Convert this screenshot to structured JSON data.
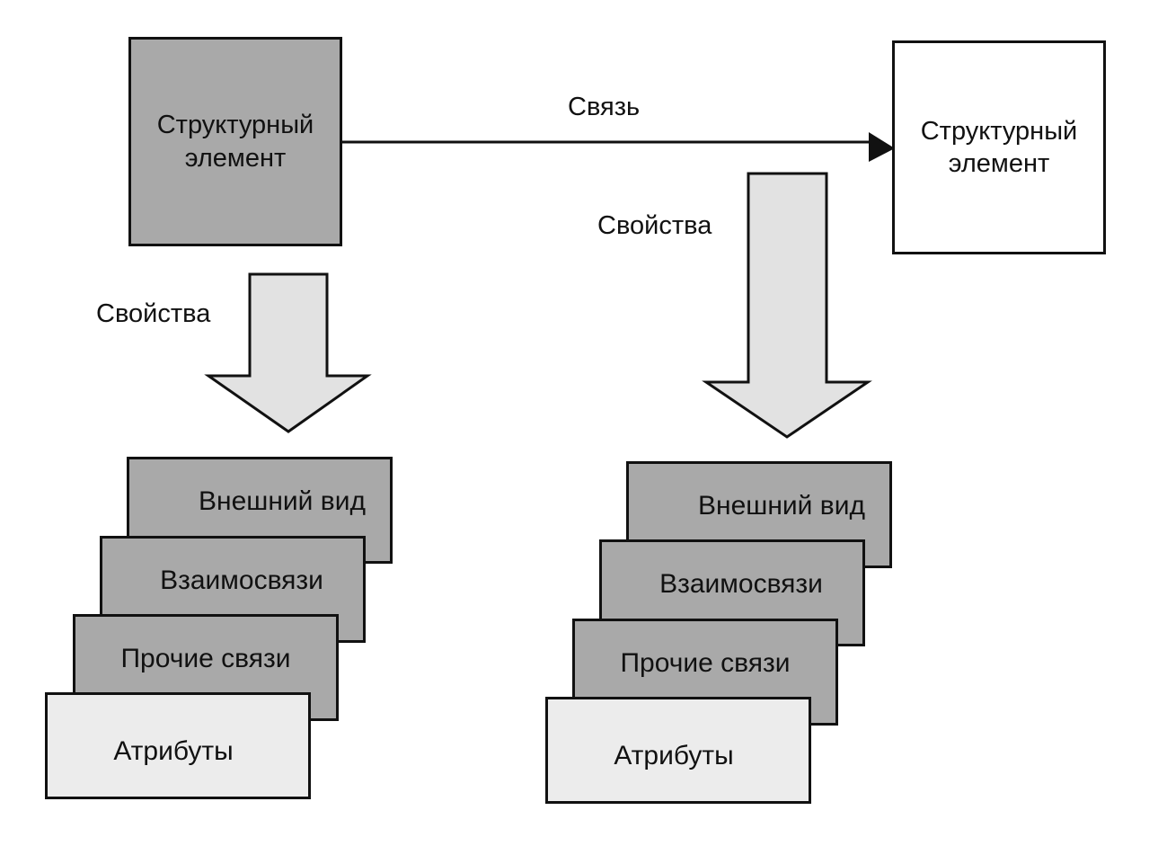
{
  "source_element": {
    "line1": "Структурный",
    "line2": "элемент"
  },
  "target_element": {
    "line1": "Структурный",
    "line2": "элемент"
  },
  "relation_label": "Связь",
  "left_group": {
    "properties_label": "Свойства",
    "cards": [
      "Внешний вид",
      "Взаимосвязи",
      "Прочие связи",
      "Атрибуты"
    ]
  },
  "right_group": {
    "properties_label": "Свойства",
    "cards": [
      "Внешний вид",
      "Взаимосвязи",
      "Прочие связи",
      "Атрибуты"
    ]
  },
  "colors": {
    "dark_fill": "#a9a9a9",
    "light_fill": "#ececec",
    "arrow_fill": "#e2e2e2",
    "stroke": "#111111"
  }
}
